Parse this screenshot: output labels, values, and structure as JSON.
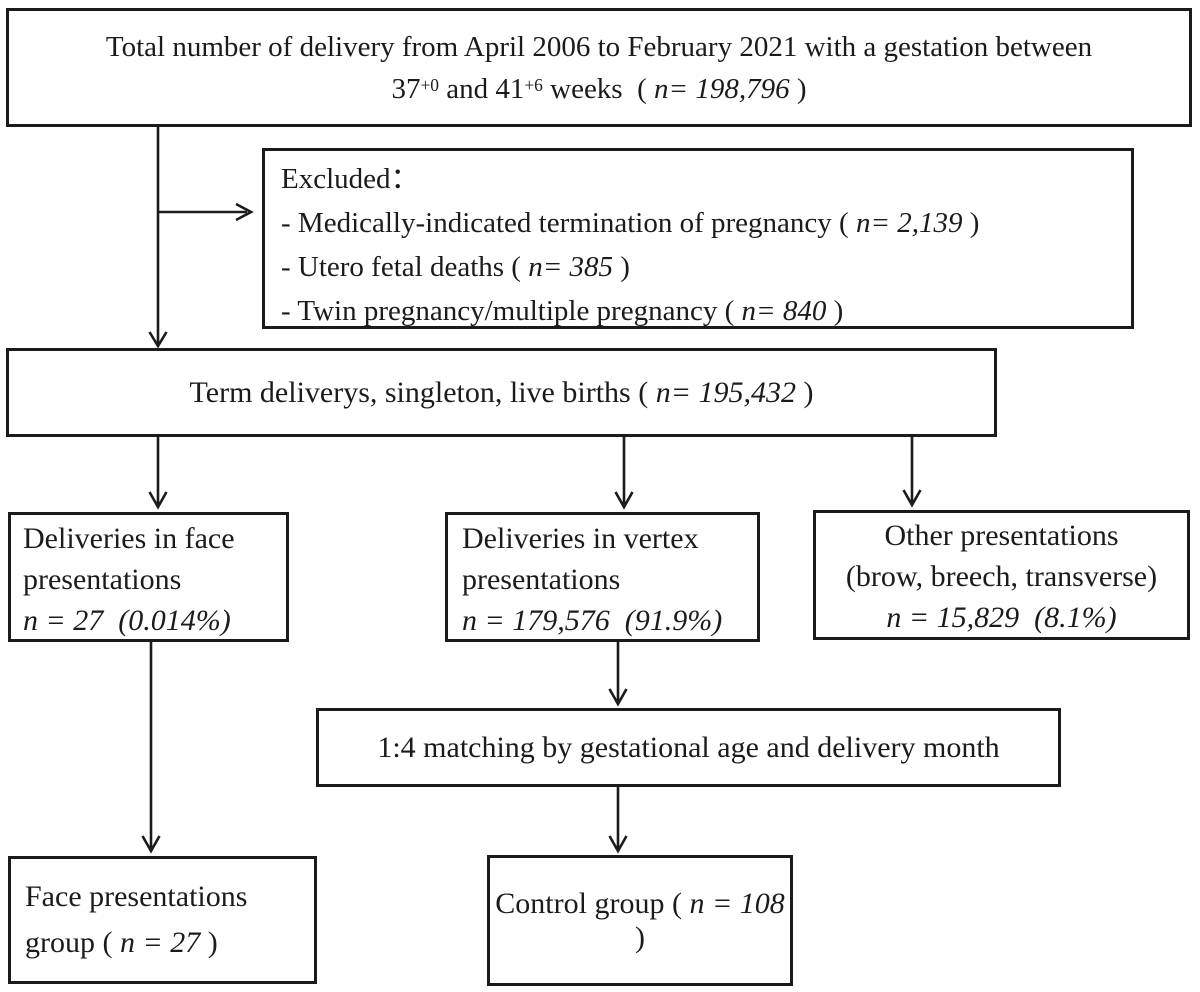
{
  "boxes": {
    "total": {
      "line1": "Total number of delivery from April 2006 to February 2021 with a gestation between",
      "ga1": "37",
      "ga1_sup": "+0",
      "ga2": " and 41",
      "ga2_sup": "+6",
      "weeks": " weeks  ( ",
      "n": "n= 198,796",
      "close": " )"
    },
    "excluded": {
      "title": "Excluded：",
      "items": [
        {
          "pre": "- Medically-indicated termination of pregnancy ( ",
          "n": "n= 2,139",
          "post": " )"
        },
        {
          "pre": "- Utero fetal deaths ( ",
          "n": "n= 385",
          "post": " )"
        },
        {
          "pre": "- Twin pregnancy/multiple pregnancy ( ",
          "n": "n= 840",
          "post": " )"
        }
      ]
    },
    "term": {
      "pre": "Term deliverys, singleton, live births ( ",
      "n": "n= 195,432",
      "post": " )"
    },
    "face": {
      "line1": "Deliveries in face",
      "line2": "presentations",
      "stat": "n = 27  (0.014%)"
    },
    "vertex": {
      "line1": "Deliveries in vertex",
      "line2": "presentations",
      "stat": "n = 179,576  (91.9%)"
    },
    "other": {
      "line1": "Other presentations",
      "line2": "(brow, breech, transverse)",
      "stat": "n = 15,829  (8.1%)"
    },
    "matching": {
      "label": "1:4 matching by gestational age and delivery month"
    },
    "face_group": {
      "line1": "Face presentations",
      "line2_pre": "group ( ",
      "n": "n = 27",
      "post": " )"
    },
    "control": {
      "pre": "Control group ( ",
      "n": "n = 108",
      "post": " )"
    }
  },
  "colors": {
    "box_border": "#1b1b1b",
    "text": "#1b1b1b",
    "background": "#ffffff"
  }
}
